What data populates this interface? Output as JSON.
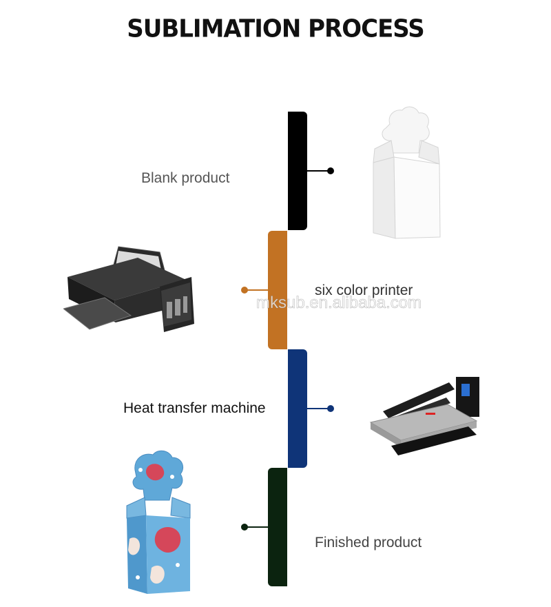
{
  "title": "SUBLIMATION PROCESS",
  "watermark": "mksub.en.alibaba.com",
  "colors": {
    "step1": "#000000",
    "step2": "#c27223",
    "step3": "#0f3478",
    "step4": "#0b230f"
  },
  "steps": [
    {
      "label": "Blank product",
      "image": "blank-box-icon"
    },
    {
      "label": "six color printer",
      "image": "printer-icon"
    },
    {
      "label": "Heat transfer machine",
      "image": "heat-press-icon"
    },
    {
      "label": "Finished product",
      "image": "printed-box-icon"
    }
  ]
}
